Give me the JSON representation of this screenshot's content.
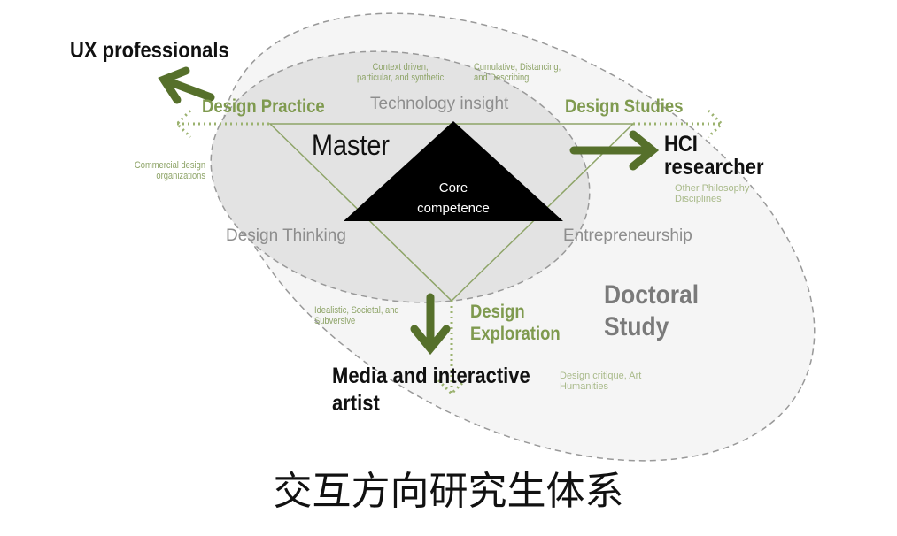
{
  "roles": {
    "ux": "UX professionals",
    "hci_line1": "HCI",
    "hci_line2": "researcher",
    "artist_line1": "Media and interactive",
    "artist_line2": "artist"
  },
  "areas": {
    "practice": "Design Practice",
    "studies": "Design Studies",
    "exploration_line1": "Design",
    "exploration_line2": "Exploration"
  },
  "corners": {
    "technology": "Technology insight",
    "thinking": "Design Thinking",
    "entrepreneurship": "Entrepreneurship"
  },
  "notes": {
    "context_line1": "Context driven,",
    "context_line2": "particular, and synthetic",
    "cumulative_line1": "Cumulative, Distancing,",
    "cumulative_line2": "and Describing",
    "commercial_line1": "Commercial design",
    "commercial_line2": "organizations",
    "idealistic_line1": "Idealistic, Societal, and",
    "idealistic_line2": "Subversive",
    "other_line1": "Other          Philosophy",
    "other_line2": "Disciplines",
    "critique_line1": "Design critique, Art",
    "critique_line2": "Humanities"
  },
  "levels": {
    "master": "Master",
    "doctoral_line1": "Doctoral",
    "doctoral_line2": "Study",
    "core_line1": "Core",
    "core_line2": "competence"
  },
  "caption": "交互方向研究生体系",
  "colors": {
    "green_arrow": "#56702b",
    "green_text": "#7f9a4f",
    "ellipse_fill": "#e2e2e2",
    "outer_fill": "#f4f4f4"
  }
}
